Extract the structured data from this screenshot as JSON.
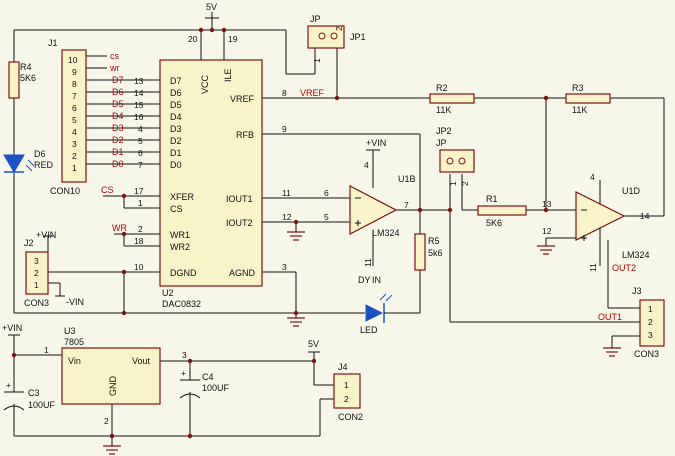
{
  "power": {
    "v5_top": "5V",
    "v5_mid": "5V",
    "vin_u1b": "+VIN",
    "vin_j2_top": "+VIN",
    "vin_j2_bot": "-VIN",
    "vin_u3": "+VIN"
  },
  "j1": {
    "ref": "J1",
    "value": "CON10",
    "pins": [
      "10",
      "9",
      "8",
      "7",
      "6",
      "5",
      "4",
      "3",
      "2",
      "1"
    ],
    "nets": [
      "cs",
      "wr",
      "D7",
      "D6",
      "D5",
      "D4",
      "D3",
      "D2",
      "D1",
      "D0"
    ]
  },
  "u2": {
    "ref": "U2",
    "value": "DAC0832",
    "left_pins": [
      {
        "num": "13",
        "name": "D7"
      },
      {
        "num": "14",
        "name": "D6"
      },
      {
        "num": "15",
        "name": "D5"
      },
      {
        "num": "16",
        "name": "D4"
      },
      {
        "num": "4",
        "name": "D3"
      },
      {
        "num": "5",
        "name": "D2"
      },
      {
        "num": "6",
        "name": "D1"
      },
      {
        "num": "7",
        "name": "D0"
      },
      {
        "num": "17",
        "name": "XFER"
      },
      {
        "num": "1",
        "name": "CS"
      },
      {
        "num": "2",
        "name": "WR1"
      },
      {
        "num": "18",
        "name": "WR2"
      },
      {
        "num": "10",
        "name": "DGND"
      }
    ],
    "right_pins": [
      {
        "num": "8",
        "name": "VREF"
      },
      {
        "num": "9",
        "name": "RFB"
      },
      {
        "num": "11",
        "name": "IOUT1"
      },
      {
        "num": "12",
        "name": "IOUT2"
      },
      {
        "num": "3",
        "name": "AGND"
      }
    ],
    "top_pins": [
      {
        "num": "20",
        "name": "VCC"
      },
      {
        "num": "19",
        "name": "ILE"
      }
    ],
    "net_cs": "CS",
    "net_wr": "WR"
  },
  "nets": {
    "vref": "VREF",
    "out1": "OUT1",
    "out2": "OUT2"
  },
  "jp1": {
    "ref": "JP",
    "label": "JP1",
    "p1": "1",
    "p2": "2"
  },
  "jp2": {
    "ref": "JP2",
    "label": "JP",
    "p1": "1",
    "p2": "2"
  },
  "r4": {
    "ref": "R4",
    "value": "5K6"
  },
  "d6": {
    "ref": "D6",
    "value": "RED"
  },
  "r2": {
    "ref": "R2",
    "value": "11K"
  },
  "r3": {
    "ref": "R3",
    "value": "11K"
  },
  "r1": {
    "ref": "R1",
    "value": "5K6"
  },
  "r5": {
    "ref": "R5",
    "value": "5k6"
  },
  "u1b": {
    "ref": "U1B",
    "value": "LM324",
    "p4": "4",
    "p11": "11",
    "p6": "6",
    "p5": "5",
    "p7": "7"
  },
  "u1d": {
    "ref": "U1D",
    "value": "LM324",
    "p4": "4",
    "p11": "11",
    "p13": "13",
    "p12": "12",
    "p14": "14"
  },
  "led": {
    "ref": "DY",
    "value": "LED",
    "pin": "IN"
  },
  "j2": {
    "ref": "J2",
    "value": "CON3",
    "pins": [
      "3",
      "2",
      "1"
    ]
  },
  "j3": {
    "ref": "J3",
    "value": "CON3",
    "pins": [
      "1",
      "2",
      "3"
    ]
  },
  "u3": {
    "ref": "U3",
    "value": "7805",
    "vin": "Vin",
    "vout": "Vout",
    "gnd": "GND",
    "p1": "1",
    "p2": "2",
    "p3": "3"
  },
  "c3": {
    "ref": "C3",
    "value": "100UF"
  },
  "c4": {
    "ref": "C4",
    "value": "100UF"
  },
  "j4": {
    "ref": "J4",
    "value": "CON2",
    "pins": [
      "1",
      "2"
    ]
  }
}
